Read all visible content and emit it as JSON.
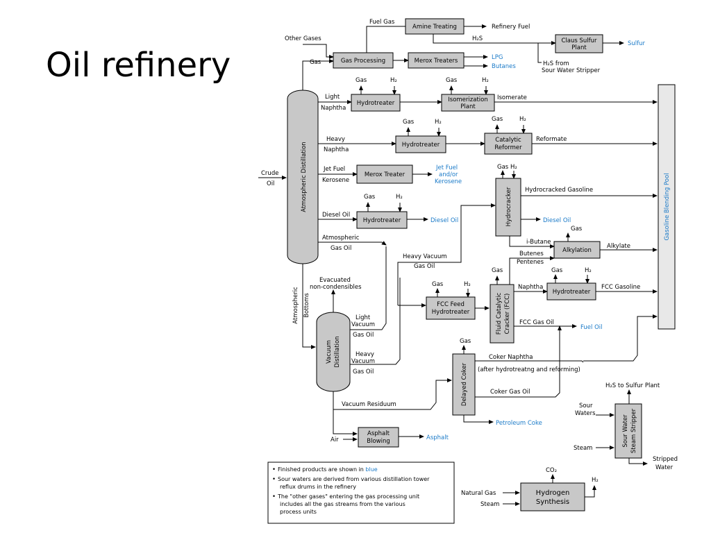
{
  "title": "Oil refinery",
  "units": {
    "atm": "Atmospheric Distillation",
    "vac1": "Vacuum",
    "vac2": "Distillation",
    "gas_processing": "Gas Processing",
    "amine": "Amine Treating",
    "merox1": "Merox Treaters",
    "claus1": "Claus Sulfur",
    "claus2": "Plant",
    "hydrotreater": "Hydrotreater",
    "iso1": "Isomerization",
    "iso2": "Plant",
    "cat1": "Catalytic",
    "cat2": "Reformer",
    "merox2": "Merox Treater",
    "hydrocracker": "Hydrocracker",
    "alkylation": "Alkylation",
    "fccfeed1": "FCC Feed",
    "fccfeed2": "Hydrotreater",
    "fcc1": "Fluid Catalytic",
    "fcc2": "Cracker (FCC)",
    "coker": "Delayed Coker",
    "asphalt1": "Asphalt",
    "asphalt2": "Blowing",
    "swss1": "Sour Water",
    "swss2": "Steam Stripper",
    "h2syn1": "Hydrogen",
    "h2syn2": "Synthesis",
    "pool": "Gasoline Blending Pool"
  },
  "labels": {
    "other_gases": "Other Gases",
    "fuel_gas": "Fuel Gas",
    "refinery_fuel": "Refinery Fuel",
    "h2s": "H₂S",
    "h2s_from": "H₂S from",
    "sour_stripper": "Sour Water Stripper",
    "gas": "Gas",
    "h2": "H₂",
    "light": "Light",
    "naphtha": "Naphtha",
    "heavy": "Heavy",
    "jet_fuel": "Jet Fuel",
    "kerosene": "Kerosene",
    "diesel_oil": "Diesel Oil",
    "atmospheric": "Atmospheric",
    "gas_oil": "Gas Oil",
    "crude": "Crude",
    "oil": "Oil",
    "isomerate": "Isomerate",
    "reformate": "Reformate",
    "hydrocracked_gasoline": "Hydrocracked Gasoline",
    "i_butane": "i-Butane",
    "butenes": "Butenes",
    "pentenes": "Pentenes",
    "alkylate": "Alkylate",
    "heavy_vacuum": "Heavy Vacuum",
    "evac1": "Evacuated",
    "evac2": "non-condensibles",
    "atm_bottoms1": "Atmospheric",
    "atm_bottoms2": "Bottoms",
    "vacuum": "Vacuum",
    "fcc_gasoline": "FCC Gasoline",
    "fcc_gas_oil": "FCC Gas Oil",
    "coker_naphtha": "Coker Naphtha",
    "after_hydro": "(after hydrotreatng and reforming)",
    "coker_gas_oil": "Coker Gas Oil",
    "vacuum_residuum": "Vacuum Residuum",
    "air": "Air",
    "h2s_sulfur_plant": "H₂S to Sulfur Plant",
    "sour1": "Sour",
    "sour2": "Waters",
    "steam": "Steam",
    "stripped1": "Stripped",
    "stripped2": "Water",
    "co2": "CO₂",
    "natural_gas": "Natural Gas"
  },
  "products": {
    "sulfur": "Sulfur",
    "lpg": "LPG",
    "butanes": "Butanes",
    "jet1": "Jet Fuel",
    "jet2": "and/or",
    "jet3": "Kerosene",
    "diesel": "Diesel Oil",
    "fuel_oil": "Fuel Oil",
    "petroleum_coke": "Petroleum Coke",
    "asphalt": "Asphalt"
  },
  "notes": {
    "n1a": "Finished products are shown in ",
    "n1b": "blue",
    "n2a": "Sour waters are derived from various distillation tower",
    "n2b": "reflux drums in the refinery",
    "n3a": "The \"other gases\" entering the gas processing unit",
    "n3b": "includes all the gas streams from the various",
    "n3c": "process units"
  },
  "colors": {
    "product_blue": "#1a7ac8",
    "unit_gray": "#c8c8c8"
  }
}
